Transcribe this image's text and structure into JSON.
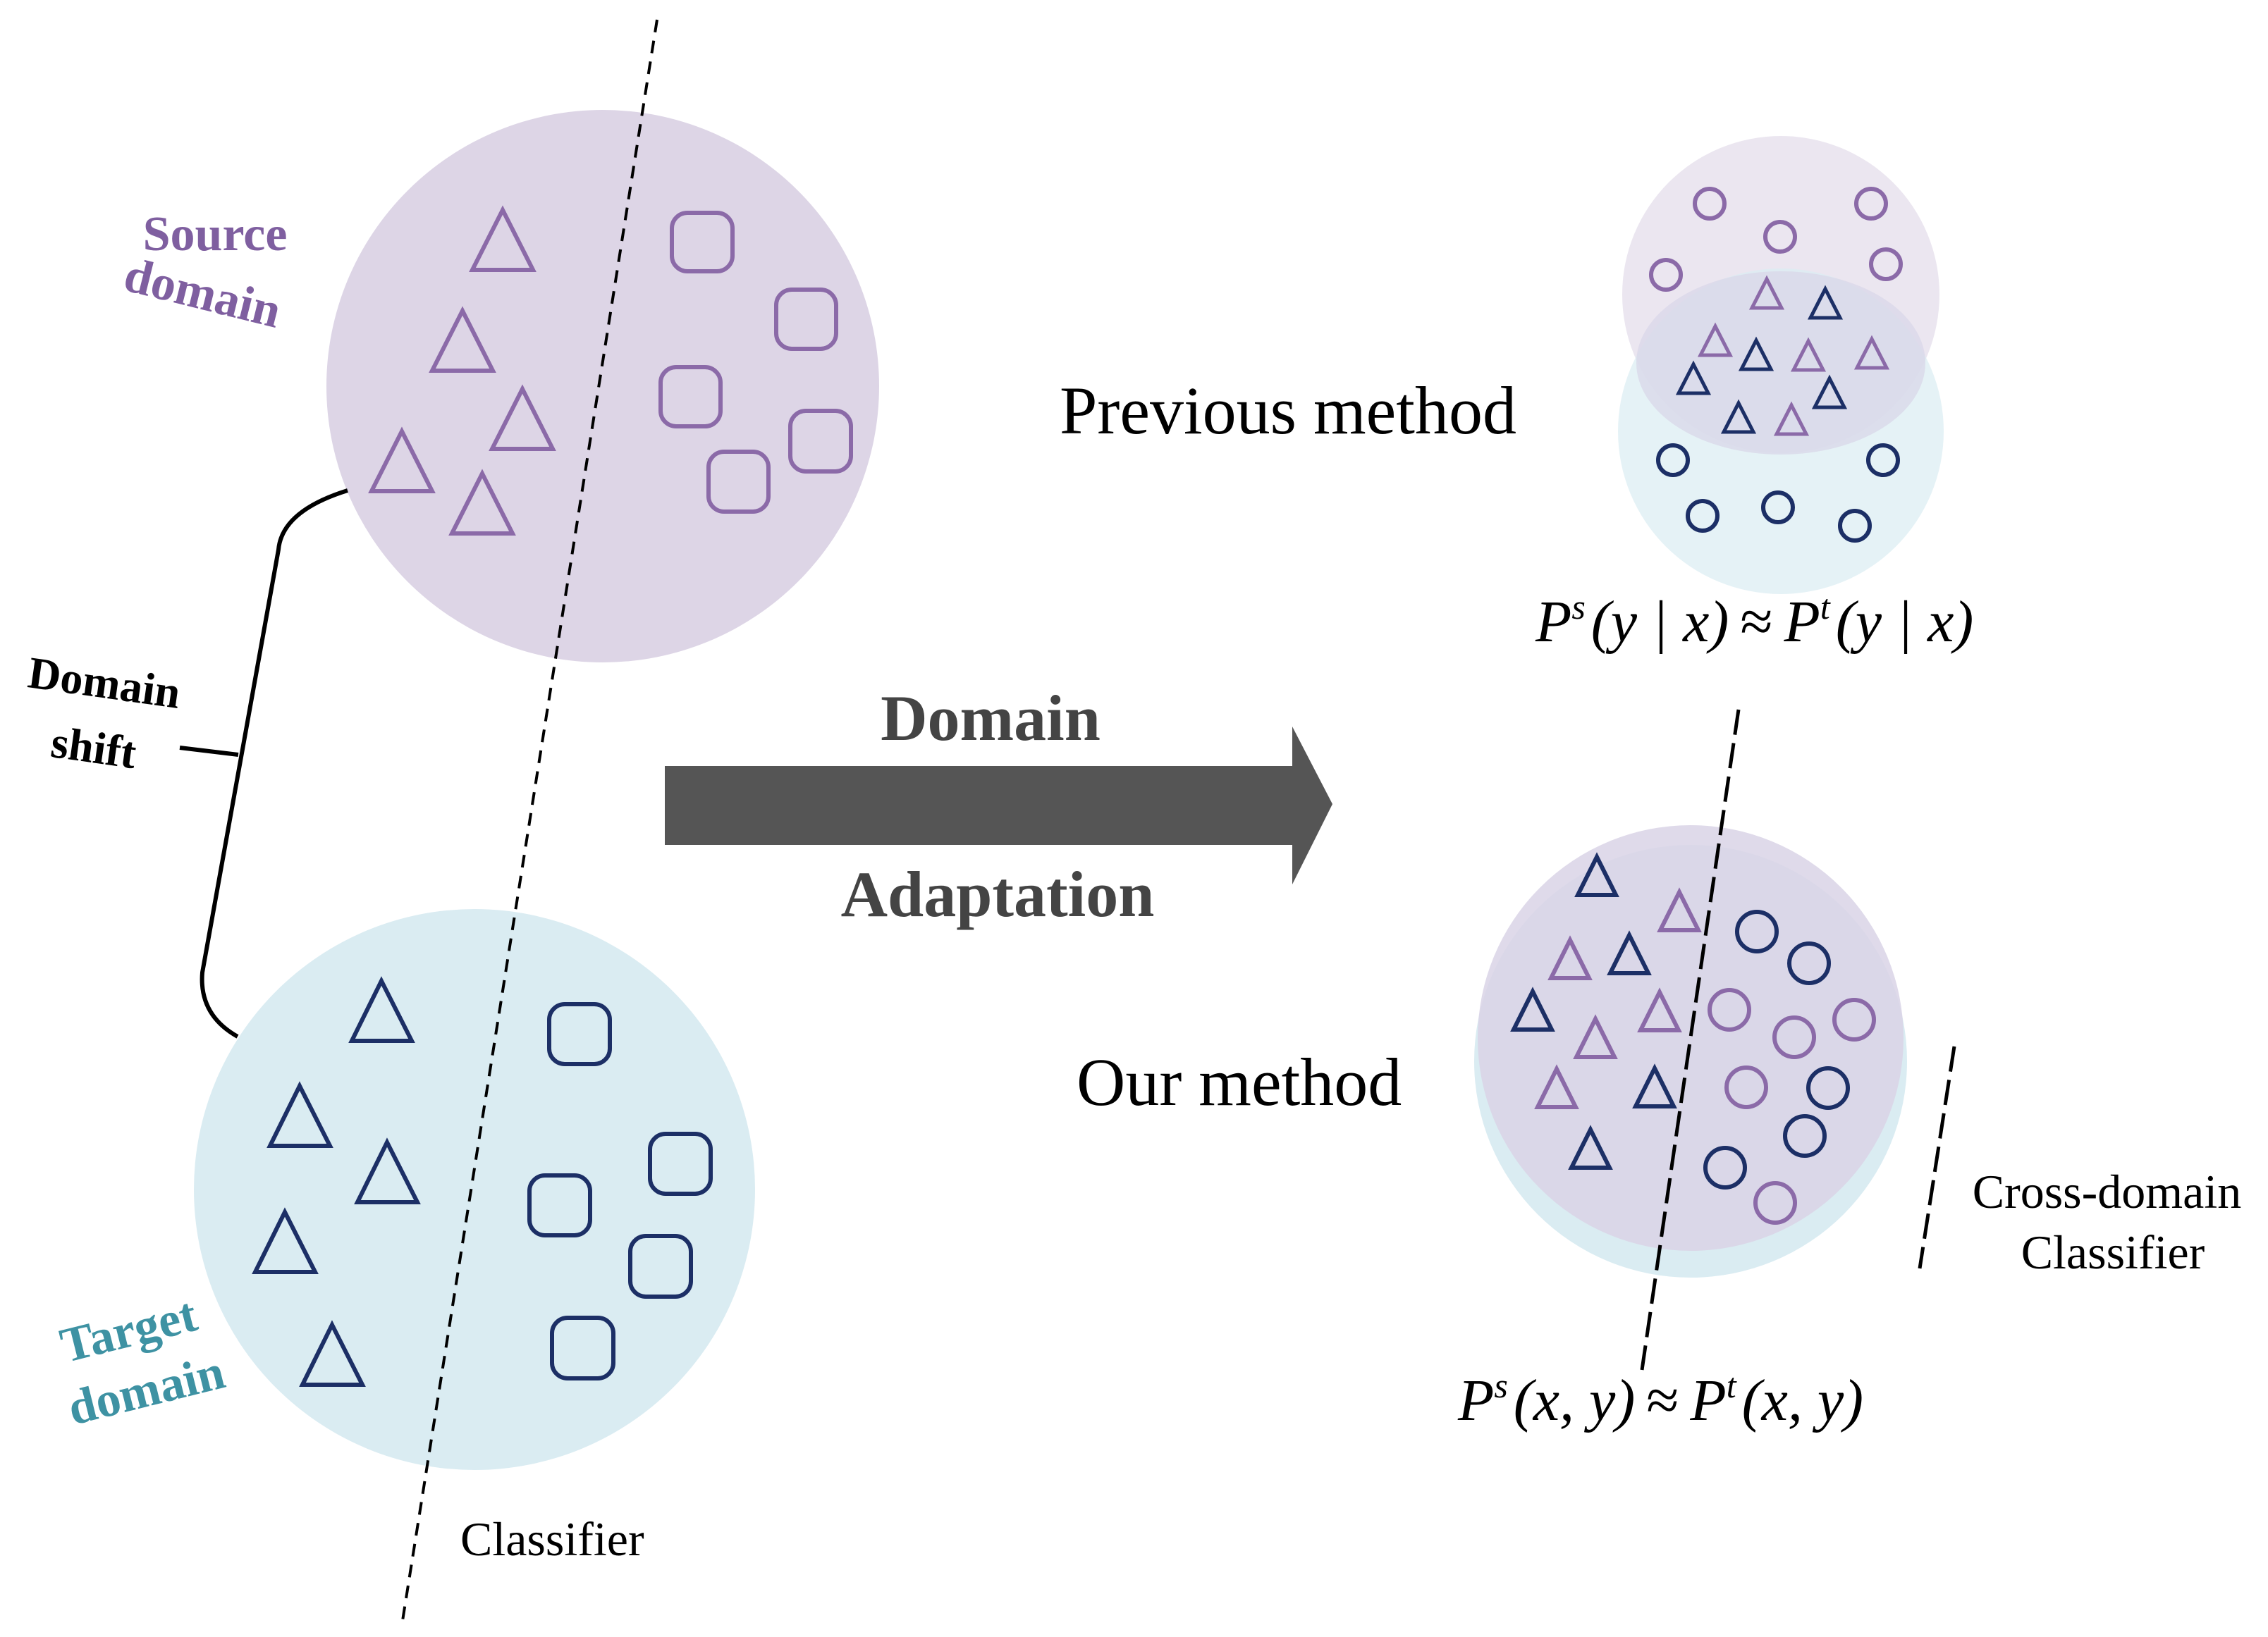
{
  "labels": {
    "source_domain": [
      "Source",
      "domain"
    ],
    "target_domain": [
      "Target",
      "domain"
    ],
    "domain_shift": [
      "Domain",
      "shift"
    ],
    "classifier": "Classifier",
    "arrow_top": "Domain",
    "arrow_bottom": "Adaptation",
    "previous_method": "Previous method",
    "our_method": "Our method",
    "cross_domain_classifier": [
      "Cross-domain",
      "Classifier"
    ]
  },
  "equations": {
    "previous": {
      "lhs_sym": "P",
      "lhs_sup": "s",
      "lhs_args": "(y | x)",
      "relation": "≈",
      "rhs_sym": "P",
      "rhs_sup": "t",
      "rhs_args": "(y | x)"
    },
    "ours": {
      "lhs_sym": "P",
      "lhs_sup": "s",
      "lhs_args": "(x, y)",
      "relation": "≈",
      "rhs_sym": "P",
      "rhs_sup": "t",
      "rhs_args": "(x, y)"
    }
  },
  "colors": {
    "source_fill": "#ddd5e6",
    "target_fill": "#daecf2",
    "source_stroke": "#8b6aa8",
    "target_stroke": "#1c2f66",
    "source_label": "#7f5fa0",
    "target_label": "#3e92a3",
    "arrow": "#555555",
    "text": "#000000"
  }
}
